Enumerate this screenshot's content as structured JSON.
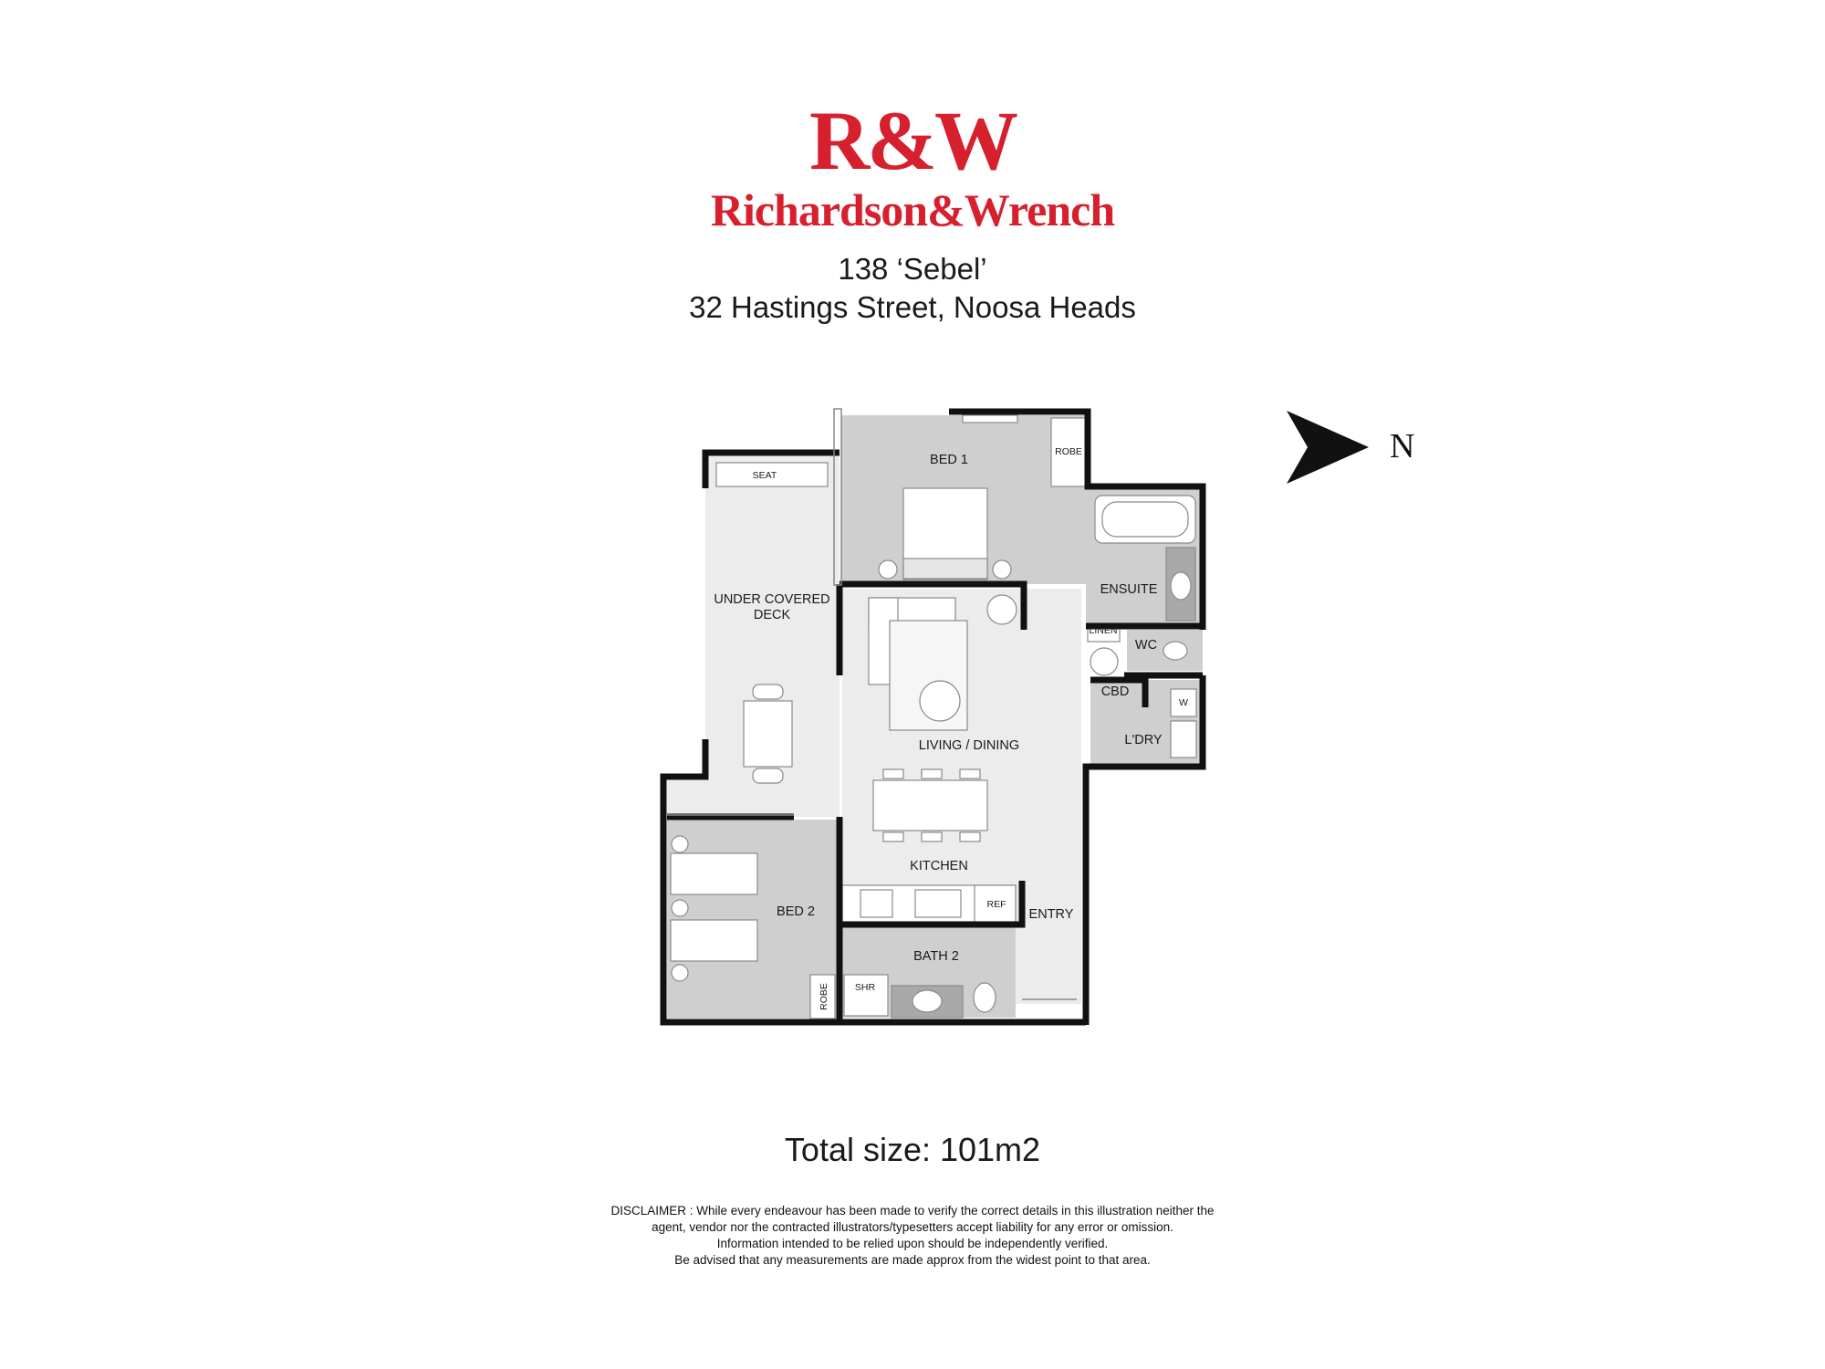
{
  "brand": {
    "mark": "R&W",
    "name": "Richardson&Wrench",
    "color": "#d7202e"
  },
  "property": {
    "unit": "138 ‘Sebel’",
    "address": "32 Hastings Street, Noosa Heads"
  },
  "compass": {
    "label": "N",
    "icon": "north-arrow-icon"
  },
  "rooms": {
    "bed1": "BED 1",
    "robe1": "ROBE",
    "seat": "SEAT",
    "deck": [
      "UNDER COVERED",
      "DECK"
    ],
    "ensuite": "ENSUITE",
    "linen": "LINEN",
    "wc": "WC",
    "cbd": "CBD",
    "washer": "W",
    "laundry": "L'DRY",
    "living": "LIVING / DINING",
    "kitchen": "KITCHEN",
    "ref": "REF",
    "entry": "ENTRY",
    "bed2": "BED 2",
    "bath2": "BATH 2",
    "shower": "SHR",
    "robe2": "ROBE"
  },
  "colors": {
    "wall": "#111111",
    "room_grey": "#cfcfcf",
    "room_light": "#ececec",
    "furniture": "#ffffff"
  },
  "total_size": "Total size:  101m2",
  "disclaimer": [
    "DISCLAIMER : While every endeavour has been made to verify the correct details in this illustration neither the",
    "agent, vendor nor the contracted illustrators/typesetters accept liability for any error or omission.",
    "Information intended to be relied upon should be independently verified.",
    "Be advised that any measurements are made approx from the widest point to that area."
  ]
}
